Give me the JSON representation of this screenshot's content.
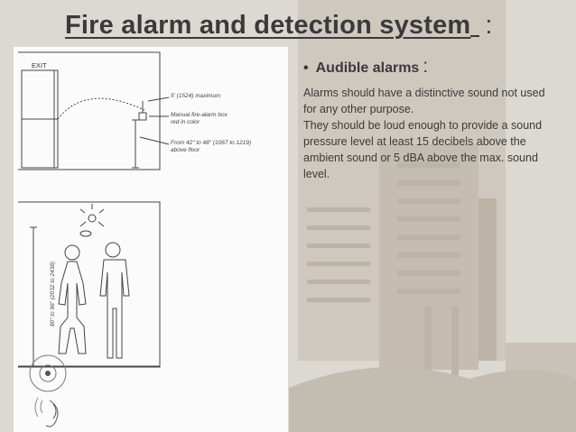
{
  "slide": {
    "title": "Fire alarm and detection system",
    "title_colon": ":",
    "bullet_heading": "Audible alarms",
    "bullet_colon": ":",
    "paragraph_1": "Alarms should have a distinctive sound not used for any other purpose.",
    "paragraph_2": " They should be loud enough to provide a sound pressure level at least 15 decibels above the ambient sound or 5 dBA above the max. sound level."
  },
  "figure": {
    "exit_label": "EXIT",
    "callout_1": "5' (1524) maximum",
    "callout_2a": "Manual fire-alarm box",
    "callout_2b": "red in color",
    "callout_3a": "From 42\" to 48\" (1067 to 1219)",
    "callout_3b": "above floor",
    "height_dimension": "80\" to 96\" (2032 to 2438)"
  },
  "colors": {
    "title_text": "#3a3a3a",
    "body_text": "#3a3a3a",
    "figure_background": "#fbfbfb"
  }
}
